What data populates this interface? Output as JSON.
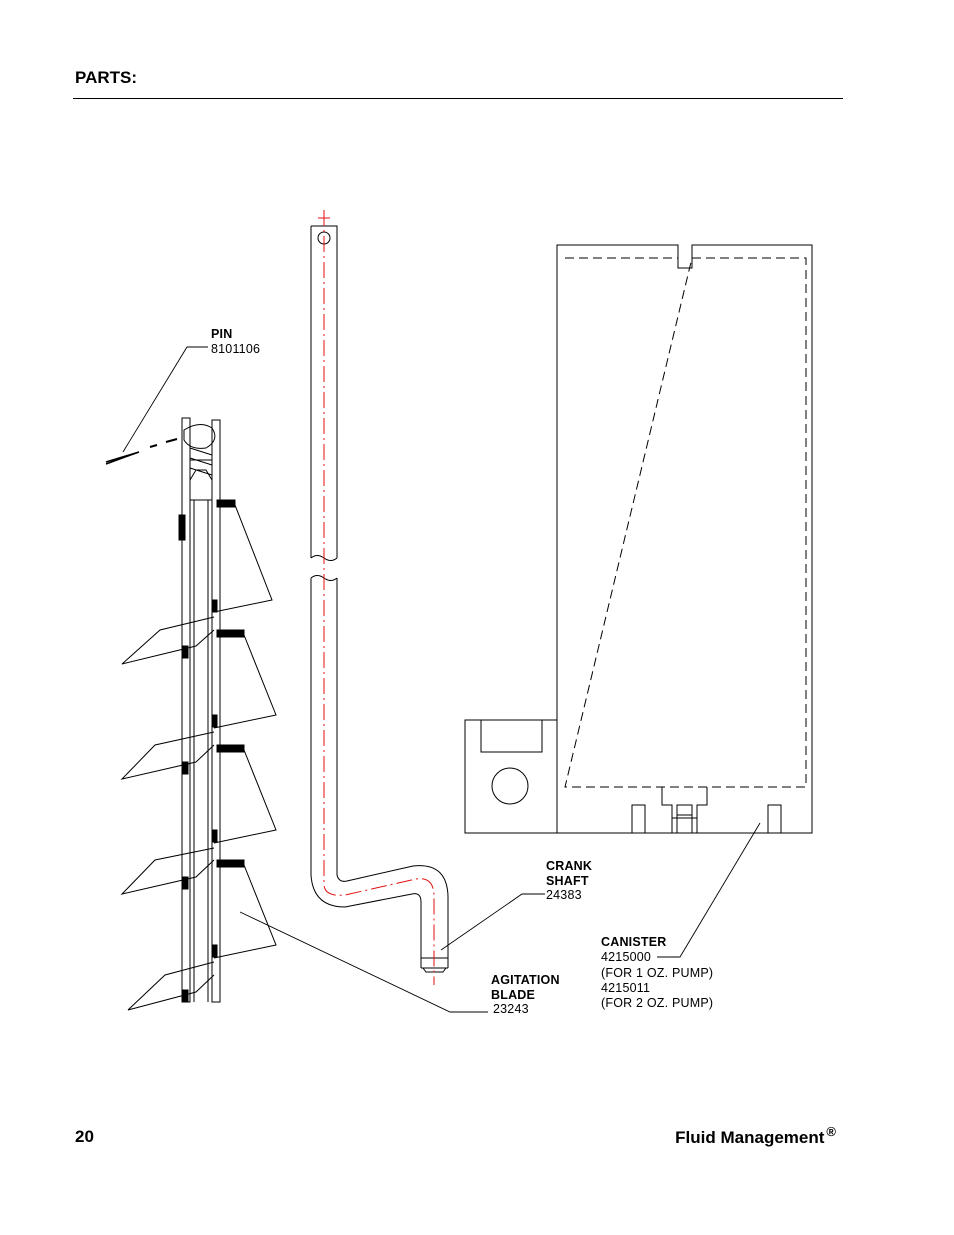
{
  "header": {
    "title": "PARTS:"
  },
  "footer": {
    "page_number": "20",
    "brand": "Fluid Management",
    "brand_mark": "®"
  },
  "parts": {
    "pin": {
      "name": "PIN",
      "code": "8101106"
    },
    "crank_shaft": {
      "name_line1": "CRANK",
      "name_line2": "SHAFT",
      "code": "24383"
    },
    "agitation_blade": {
      "name_line1": "AGITATION",
      "name_line2": "BLADE",
      "code": "23243"
    },
    "canister": {
      "name": "CANISTER",
      "code1": "4215000",
      "note1": "(FOR 1 OZ. PUMP)",
      "code2": "4215011",
      "note2": "(FOR 2 OZ. PUMP)"
    }
  },
  "colors": {
    "line": "#000000",
    "centerline": "#e01010"
  },
  "icons": {
    "drawing": "exploded-parts-drawing"
  }
}
